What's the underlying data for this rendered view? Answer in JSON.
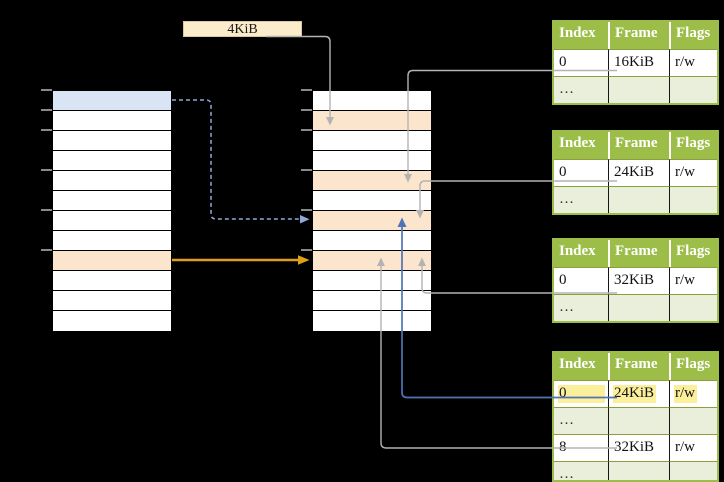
{
  "colors": {
    "bg": "#000000",
    "row-blue": "#d9e5f5",
    "row-orange": "#fce5cd",
    "label-cream": "#fbeccb",
    "label-border": "#d9c89e",
    "green-header": "#9cbe49",
    "green-border": "#9cbe49",
    "green-light": "#e9efda",
    "highlight-yellow": "#fcef9c",
    "line-grey": "#b3b3b3",
    "line-blue": "#4f74b8",
    "line-blue-dash": "#8fa8d8",
    "line-orange": "#dfa017",
    "tick-grey": "#8a8a8a"
  },
  "size_label": {
    "text": "4KiB"
  },
  "virtual_memory": {
    "row_count": 12,
    "blue_row_position": 1,
    "orange_row_position": 9
  },
  "physical_memory": {
    "row_count": 12,
    "orange_row_positions": [
      2,
      5,
      7,
      9
    ]
  },
  "page_tables": [
    {
      "name": "page-table-at-16kib",
      "headers": [
        "Index",
        "Frame",
        "Flags"
      ],
      "rows": [
        {
          "index": "0",
          "frame": "16KiB",
          "flags": "r/w"
        },
        {
          "index": "…",
          "frame": "",
          "flags": ""
        }
      ]
    },
    {
      "name": "page-table-at-24kib",
      "headers": [
        "Index",
        "Frame",
        "Flags"
      ],
      "rows": [
        {
          "index": "0",
          "frame": "24KiB",
          "flags": "r/w"
        },
        {
          "index": "…",
          "frame": "",
          "flags": ""
        }
      ]
    },
    {
      "name": "page-table-at-32kib",
      "headers": [
        "Index",
        "Frame",
        "Flags"
      ],
      "rows": [
        {
          "index": "0",
          "frame": "32KiB",
          "flags": "r/w"
        },
        {
          "index": "…",
          "frame": "",
          "flags": ""
        }
      ]
    },
    {
      "name": "level2-page-table",
      "headers": [
        "Index",
        "Frame",
        "Flags"
      ],
      "rows": [
        {
          "index": "0",
          "frame": "24KiB",
          "flags": "r/w",
          "highlighted": true
        },
        {
          "index": "…",
          "frame": "",
          "flags": ""
        },
        {
          "index": "8",
          "frame": "32KiB",
          "flags": "r/w"
        },
        {
          "index": "…",
          "frame": "",
          "flags": ""
        }
      ]
    }
  ]
}
